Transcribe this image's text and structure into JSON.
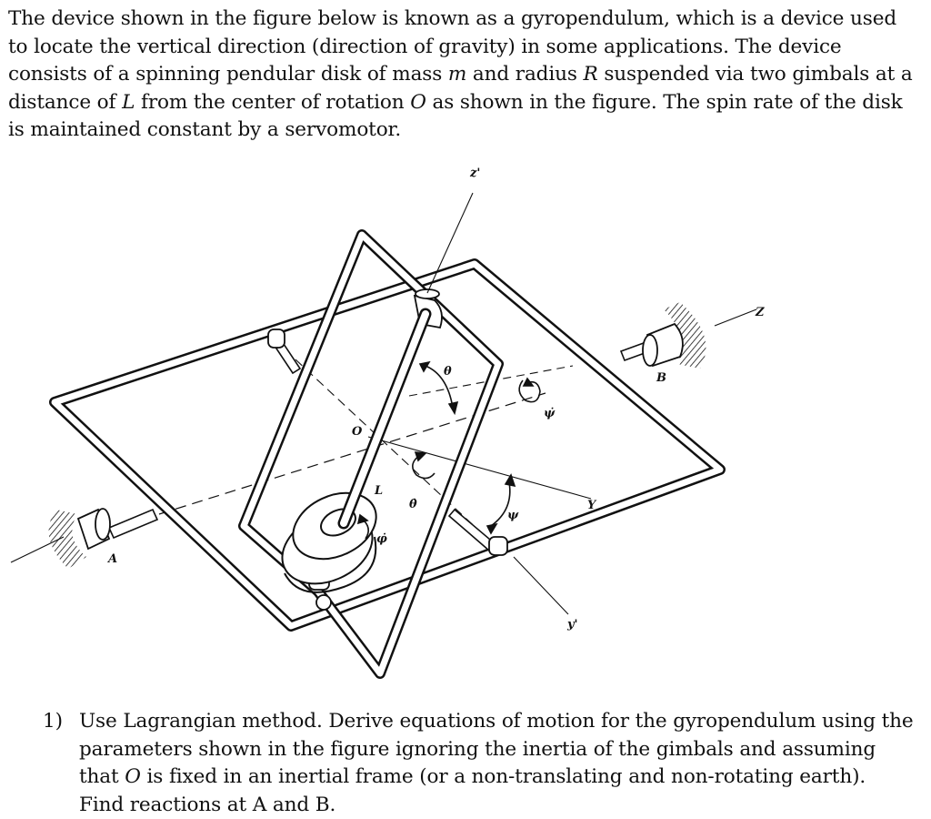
{
  "intro": {
    "line1": "The device shown in the figure below is known as a gyropendulum, which is a device used",
    "line2": "to locate the vertical direction (direction of gravity) in some applications. The device",
    "line3_a": "consists of a spinning pendular disk of mass ",
    "line3_m": "m",
    "line3_b": " and radius ",
    "line3_R": "R",
    "line3_c": " suspended via two gimbals at a",
    "line4_a": "distance of ",
    "line4_L": "L",
    "line4_b": " from the center of rotation ",
    "line4_O": "O",
    "line4_c": " as shown in the figure. The spin rate of the disk",
    "line5": "is maintained constant by a servomotor."
  },
  "figure": {
    "labels": {
      "z_prime": "z'",
      "Z": "Z",
      "B": "B",
      "theta": "θ",
      "psi_dot": "ψ̇",
      "O": "O",
      "L": "L",
      "theta_dot": "θ̇",
      "Y": "Y",
      "psi": "ψ",
      "phi_dot": "φ̇",
      "A": "A",
      "y_prime": "y'"
    }
  },
  "question": {
    "number": "1)",
    "line1": "Use Lagrangian method. Derive equations of motion for the gyropendulum using the",
    "line2": "parameters shown in the figure ignoring the inertia of the gimbals and assuming",
    "line3_a": "that ",
    "line3_O": "O",
    "line3_b": " is fixed in an inertial frame (or a non-translating and non-rotating earth).",
    "line4": "Find reactions at A and B."
  }
}
